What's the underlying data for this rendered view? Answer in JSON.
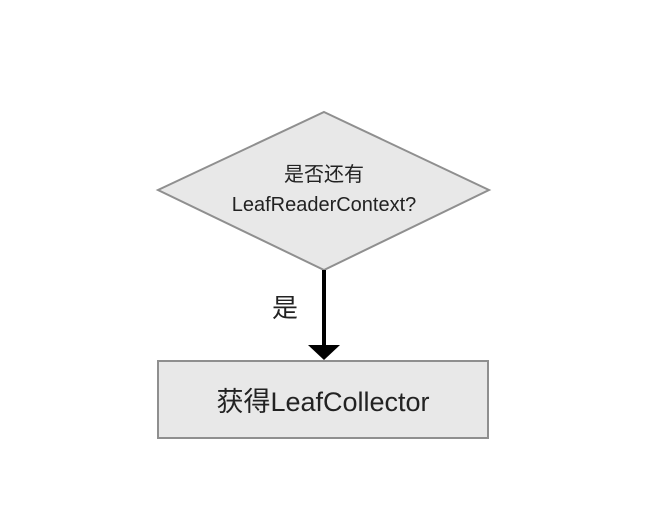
{
  "decision": {
    "line1": "是否还有",
    "line2": "LeafReaderContext?"
  },
  "edge": {
    "label": "是"
  },
  "process": {
    "label": "获得LeafCollector"
  },
  "colors": {
    "shape_fill": "#e8e8e8",
    "shape_stroke": "#8f8f8f",
    "arrow": "#000000",
    "text": "#222222"
  },
  "icons": {
    "arrowhead": "arrow-down-icon"
  }
}
